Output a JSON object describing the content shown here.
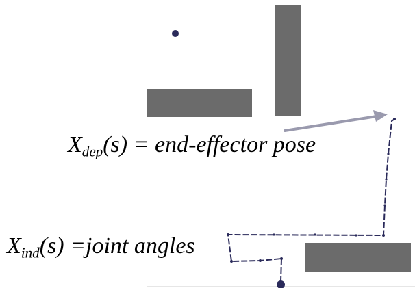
{
  "colors": {
    "obstacle": "#6b6b6b",
    "robot": "#2a2a5a",
    "arrow": "#9a9aae",
    "text": "#000000"
  },
  "labels": {
    "dep": {
      "symbol": "X",
      "subscript": "dep",
      "rest": "(s) = end-effector pose"
    },
    "ind": {
      "symbol": "X",
      "subscript": "ind",
      "rest": "(s) =joint angles"
    }
  }
}
